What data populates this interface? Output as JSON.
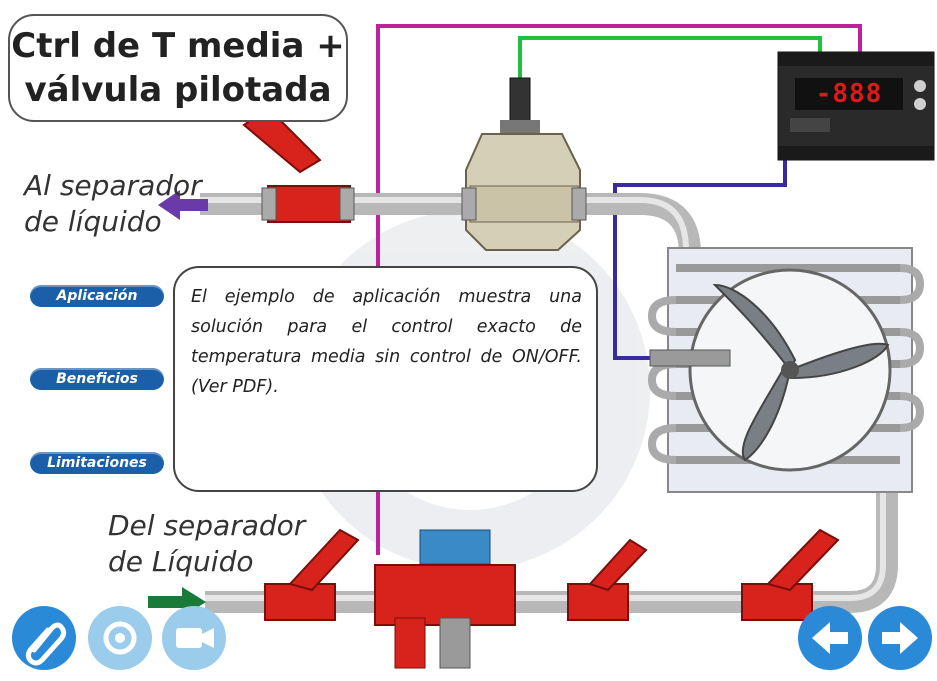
{
  "title": {
    "line1": "Ctrl de T media +",
    "line2": "válvula pilotada"
  },
  "labels": {
    "outlet_line1": "Al separador",
    "outlet_line2": "de líquido",
    "inlet_line1": "Del separador",
    "inlet_line2": "de Líquido"
  },
  "tabs": [
    {
      "label": "Aplicación"
    },
    {
      "label": "Beneficios"
    },
    {
      "label": "Limitaciones"
    }
  ],
  "info_text": "El ejemplo de aplicación muestra una solución para el control exacto de temperatura media sin control de ON/OFF. (Ver PDF).",
  "controller": {
    "display": "-888"
  },
  "bottom_buttons": [
    "paperclip-icon",
    "at-sign-icon",
    "video-camera-icon"
  ],
  "nav_buttons": [
    "arrow-left-icon",
    "arrow-right-icon"
  ],
  "colors": {
    "pipe": "#c8c8c8",
    "valve_red": "#d8221c",
    "wire_magenta": "#c0209a",
    "wire_green": "#22c040",
    "wire_blue": "#3a2aa0",
    "arrow_outlet": "#6a3aa8",
    "arrow_inlet": "#1a7a3a",
    "tab_blue": "#1a5fa8",
    "nav_blue": "#2a8ad8"
  }
}
